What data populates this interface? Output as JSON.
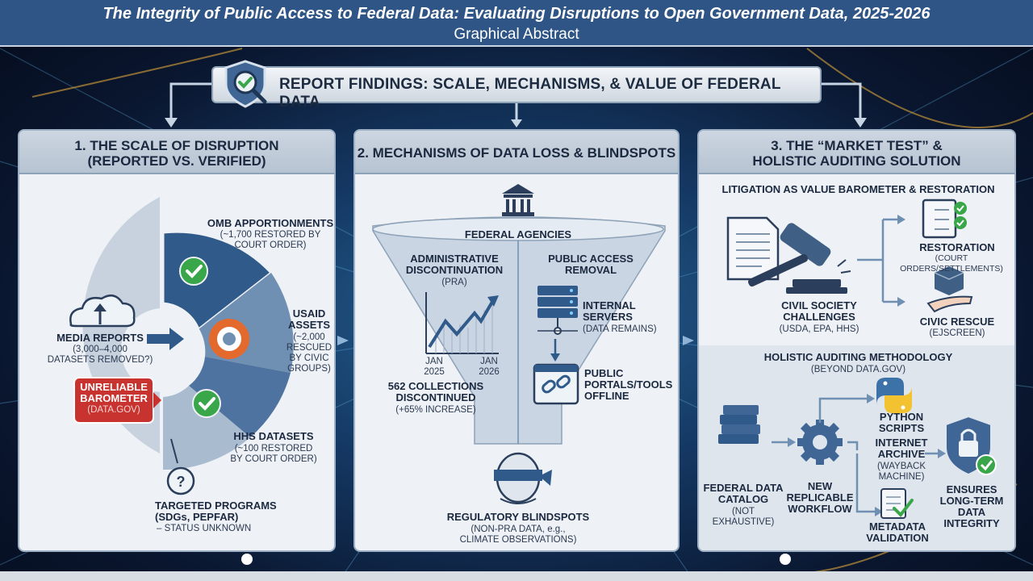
{
  "header": {
    "title": "The Integrity of Public Access to Federal Data: Evaluating Disruptions to Open Government Data, 2025-2026",
    "subtitle": "Graphical Abstract"
  },
  "findings_banner": "REPORT FINDINGS: SCALE, MECHANISMS, & VALUE OF FEDERAL DATA",
  "panel1": {
    "title_line1": "1. THE SCALE OF DISRUPTION",
    "title_line2": "(REPORTED VS. VERIFIED)",
    "media_reports_label": "MEDIA REPORTS",
    "media_reports_sub1": "(3,000–4,000",
    "media_reports_sub2": "DATASETS REMOVED?)",
    "unreliable_line1": "UNRELIABLE",
    "unreliable_line2": "BAROMETER",
    "unreliable_sub": "(DATA.GOV)",
    "omb_label": "OMB APPORTIONMENTS",
    "omb_sub1": "(~1,700 RESTORED BY",
    "omb_sub2": "COURT ORDER)",
    "usaid_label1": "USAID",
    "usaid_label2": "ASSETS",
    "usaid_sub1": "(~2,000",
    "usaid_sub2": "RESCUED",
    "usaid_sub3": "BY CIVIC",
    "usaid_sub4": "GROUPS)",
    "hhs_label": "HHS DATASETS",
    "hhs_sub1": "(~100 RESTORED",
    "hhs_sub2": "BY COURT ORDER)",
    "targeted_label1": "TARGETED PROGRAMS",
    "targeted_label2": "(SDGs, PEPFAR)",
    "targeted_sub": "– STATUS UNKNOWN"
  },
  "panel2": {
    "title": "2. MECHANISMS OF DATA LOSS & BLINDSPOTS",
    "agencies": "FEDERAL AGENCIES",
    "admin_line1": "ADMINISTRATIVE",
    "admin_line2": "DISCONTINUATION",
    "admin_sub": "(PRA)",
    "jan2025_a": "JAN",
    "jan2025_b": "2025",
    "jan2026_a": "JAN",
    "jan2026_b": "2026",
    "collections_line1": "562 COLLECTIONS",
    "collections_line2": "DISCONTINUED",
    "collections_sub": "(+65% INCREASE)",
    "public_line1": "PUBLIC ACCESS",
    "public_line2": "REMOVAL",
    "servers_line1": "INTERNAL",
    "servers_line2": "SERVERS",
    "servers_sub": "(DATA REMAINS)",
    "portals_line1": "PUBLIC",
    "portals_line2": "PORTALS/TOOLS",
    "portals_line3": "OFFLINE",
    "blind_label": "REGULATORY BLINDSPOTS",
    "blind_sub1": "(NON-PRA DATA, e.g.,",
    "blind_sub2": "CLIMATE OBSERVATIONS)"
  },
  "panel3": {
    "title_line1": "3. THE “MARKET TEST” &",
    "title_line2": "HOLISTIC AUDITING SOLUTION",
    "litigation_title": "LITIGATION AS VALUE BAROMETER & RESTORATION",
    "restoration_label": "RESTORATION",
    "restoration_sub": "(COURT ORDERS/SETTLEMENTS)",
    "civil_line1": "CIVIL SOCIETY",
    "civil_line2": "CHALLENGES",
    "civil_sub": "(USDA, EPA, HHS)",
    "rescue_label": "CIVIC RESCUE",
    "rescue_sub": "(EJSCREEN)",
    "holistic_title": "HOLISTIC AUDITING METHODOLOGY",
    "holistic_sub": "(BEYOND DATA.GOV)",
    "python_line1": "PYTHON",
    "python_line2": "SCRIPTS",
    "catalog_line1": "FEDERAL DATA",
    "catalog_line2": "CATALOG",
    "catalog_sub1": "(NOT",
    "catalog_sub2": "EXHAUSTIVE)",
    "workflow_line1": "NEW",
    "workflow_line2": "REPLICABLE",
    "workflow_line3": "WORKFLOW",
    "archive_line1": "INTERNET",
    "archive_line2": "ARCHIVE",
    "archive_sub1": "(WAYBACK",
    "archive_sub2": "MACHINE)",
    "ensures_line1": "ENSURES",
    "ensures_line2": "LONG-TERM",
    "ensures_line3": "DATA",
    "ensures_line4": "INTEGRITY",
    "metadata_line1": "METADATA",
    "metadata_line2": "VALIDATION"
  },
  "colors": {
    "title_bar": "#2e5586",
    "panel_bg": "#eef1f5",
    "accent_blue": "#3f6694",
    "alert_red": "#c8332f",
    "check_green": "#3aa64a"
  }
}
